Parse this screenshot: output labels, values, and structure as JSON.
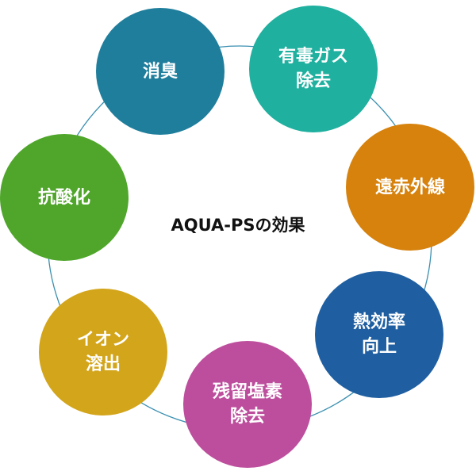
{
  "diagram": {
    "center_title": "AQUA-PSの効果",
    "nodes": [
      {
        "id": "deodorize",
        "lines": [
          "消臭"
        ],
        "color": "#1f7e9c"
      },
      {
        "id": "toxic-gas-removal",
        "lines": [
          "有毒ガス",
          "除去"
        ],
        "color": "#1fb09f"
      },
      {
        "id": "far-infrared",
        "lines": [
          "遠赤外線"
        ],
        "color": "#d6820d"
      },
      {
        "id": "thermal-efficiency",
        "lines": [
          "熱効率",
          "向上"
        ],
        "color": "#1f5fa1"
      },
      {
        "id": "residual-chlorine-removal",
        "lines": [
          "残留塩素",
          "除去"
        ],
        "color": "#bd4e9d"
      },
      {
        "id": "ion-elution",
        "lines": [
          "イオン",
          "溶出"
        ],
        "color": "#d3a51b"
      },
      {
        "id": "antioxidation",
        "lines": [
          "抗酸化"
        ],
        "color": "#4fa62a"
      }
    ],
    "ring_color": "#3a8fb0"
  }
}
